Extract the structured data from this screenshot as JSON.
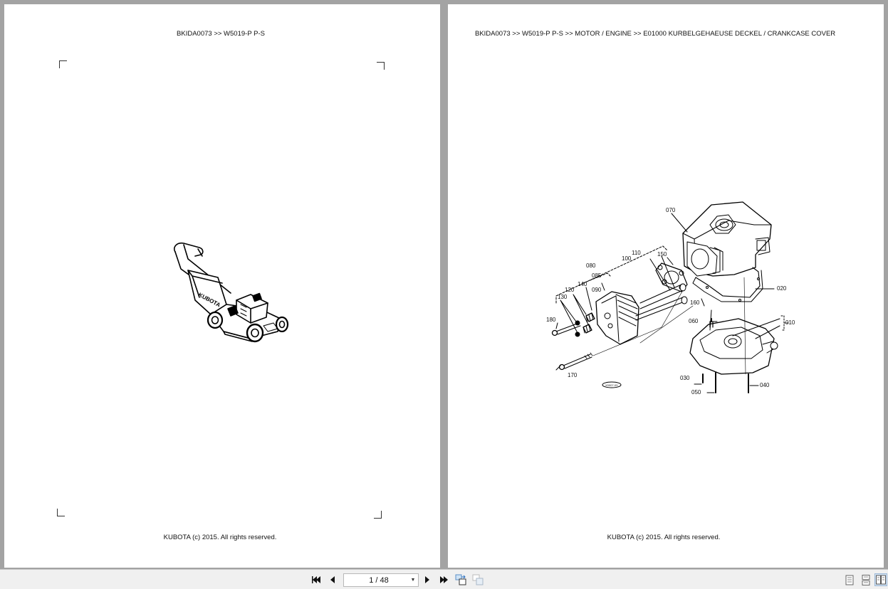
{
  "pages": [
    {
      "header": "BKIDA0073 >> W5019-P P-S",
      "footer": "KUBOTA (c) 2015. All rights reserved.",
      "illustration": "lawn-mower-kubota"
    },
    {
      "header": "BKIDA0073 >> W5019-P P-S >> MOTOR / ENGINE >> E01000   KURBELGEHAEUSE DECKEL / CRANKCASE COVER",
      "footer": "KUBOTA (c) 2015. All rights reserved.",
      "illustration": "crankcase-cover-exploded-diagram",
      "callouts": [
        "070",
        "110",
        "100",
        "150",
        "080",
        "085",
        "140",
        "090",
        "120",
        "130",
        "020",
        "160",
        "180",
        "060",
        "010",
        "170",
        "030",
        "040",
        "050"
      ],
      "diagram_id": "X0007-03"
    }
  ],
  "toolbar": {
    "first_page": "first-page-icon",
    "prev_page": "previous-page-icon",
    "page_indicator": "1 / 48",
    "next_page": "next-page-icon",
    "last_page": "last-page-icon",
    "prev_view": "previous-view-icon",
    "next_view": "next-view-icon",
    "view_modes": [
      "single-page-icon",
      "continuous-icon",
      "two-page-icon"
    ],
    "active_view_mode": "two-page-icon"
  }
}
